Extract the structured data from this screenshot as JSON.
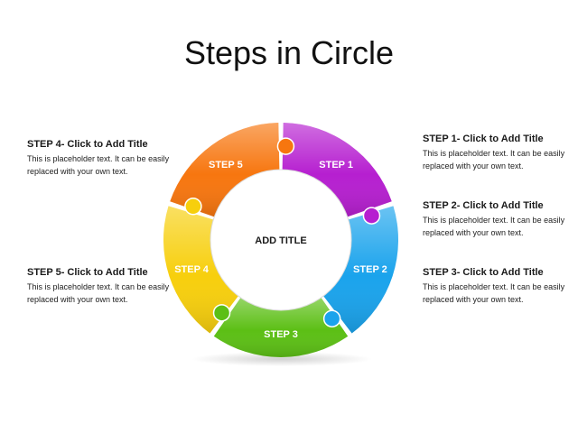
{
  "title": "Steps in Circle",
  "center_label": "ADD TITLE",
  "steps": [
    {
      "label": "STEP 1",
      "color": "#b61fd0",
      "heading": "STEP 1- Click to Add Title",
      "body": "This is placeholder  text. It can be easily replaced  with your own text."
    },
    {
      "label": "STEP 2",
      "color": "#1aa3ec",
      "heading": "STEP 2- Click to Add Title",
      "body": "This is placeholder  text. It can be easily replaced  with your own text."
    },
    {
      "label": "STEP 3",
      "color": "#5cbf15",
      "heading": "STEP 3- Click to Add Title",
      "body": "This is placeholder  text. It can be easily replaced  with your own text."
    },
    {
      "label": "STEP 4",
      "color": "#f7cf0d",
      "heading": "STEP 4- Click to Add Title",
      "body": "This is placeholder  text. It can be easily replaced  with your own text."
    },
    {
      "label": "STEP 5",
      "color": "#f7760f",
      "heading": "STEP 5- Click to Add Title",
      "body": "This is placeholder  text. It can be easily replaced  with your own text."
    }
  ]
}
